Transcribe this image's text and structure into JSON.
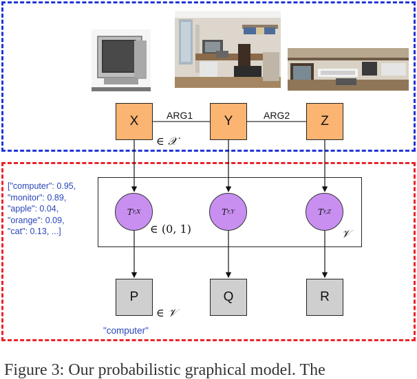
{
  "observed_nodes": [
    {
      "id": "x",
      "label": "X"
    },
    {
      "id": "y",
      "label": "Y"
    },
    {
      "id": "z",
      "label": "Z"
    }
  ],
  "relation_labels": {
    "arg1": "ARG1",
    "arg2": "ARG2"
  },
  "latent_nodes": [
    {
      "id": "tx",
      "base": "T",
      "sub": "r,X"
    },
    {
      "id": "ty",
      "base": "T",
      "sub": "r,Y"
    },
    {
      "id": "tz",
      "base": "T",
      "sub": "r,Z"
    }
  ],
  "output_nodes": [
    {
      "id": "p",
      "label": "P"
    },
    {
      "id": "q",
      "label": "Q"
    },
    {
      "id": "r",
      "label": "R"
    }
  ],
  "math_labels": {
    "in_x": "∈ 𝒳",
    "interval": "∈ (0, 1)",
    "plate_v": "𝒱",
    "in_v": "∈ 𝒱"
  },
  "distribution_lines": [
    "[\"computer\": 0.95,",
    "\"monitor\": 0.89,",
    "\"apple\": 0.04,",
    "\"orange\": 0.09,",
    "\"cat\": 0.13, ...]"
  ],
  "sample_label": "\"computer\"",
  "caption_fragment": "Figure 3:  Our probabilistic graphical model.  The",
  "colors": {
    "observed_region": "#1f35d6",
    "latent_region": "#e8242b",
    "observed_node": "#fbb471",
    "latent_node": "#c88ff0",
    "output_node": "#cfcfcf",
    "annotation_text": "#2a45b8"
  }
}
